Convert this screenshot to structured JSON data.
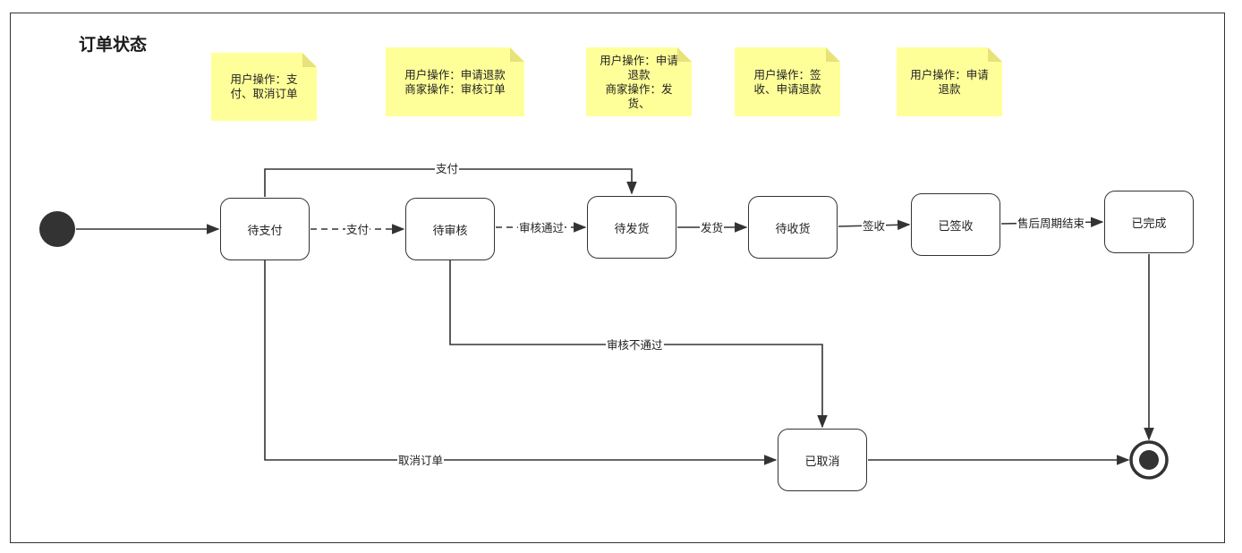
{
  "title": "订单状态",
  "notes": [
    {
      "id": "n1",
      "text": "用户操作：支\n付、取消订单"
    },
    {
      "id": "n2",
      "text": "用户操作：申请退款\n商家操作：审核订单"
    },
    {
      "id": "n3",
      "text": "用户操作：申请\n退款\n商家操作：发\n货、"
    },
    {
      "id": "n4",
      "text": "用户操作：签\n收、申请退款"
    },
    {
      "id": "n5",
      "text": "用户操作：申请\n退款"
    }
  ],
  "states": {
    "pending_payment": "待支付",
    "pending_review": "待审核",
    "pending_shipment": "待发货",
    "pending_receipt": "待收货",
    "signed": "已签收",
    "completed": "已完成",
    "cancelled": "已取消"
  },
  "transitions": {
    "pay_top": "支付",
    "pay_dashed": "支付",
    "review_pass": "审核通过",
    "ship": "发货",
    "sign": "签收",
    "aftersale_end": "售后周期结束",
    "review_fail": "审核不通过",
    "cancel_order": "取消订单"
  },
  "colors": {
    "stroke": "#333333",
    "note_fill": "#ffff99",
    "note_fold": "#e8e27a",
    "node_fill": "#333333"
  }
}
